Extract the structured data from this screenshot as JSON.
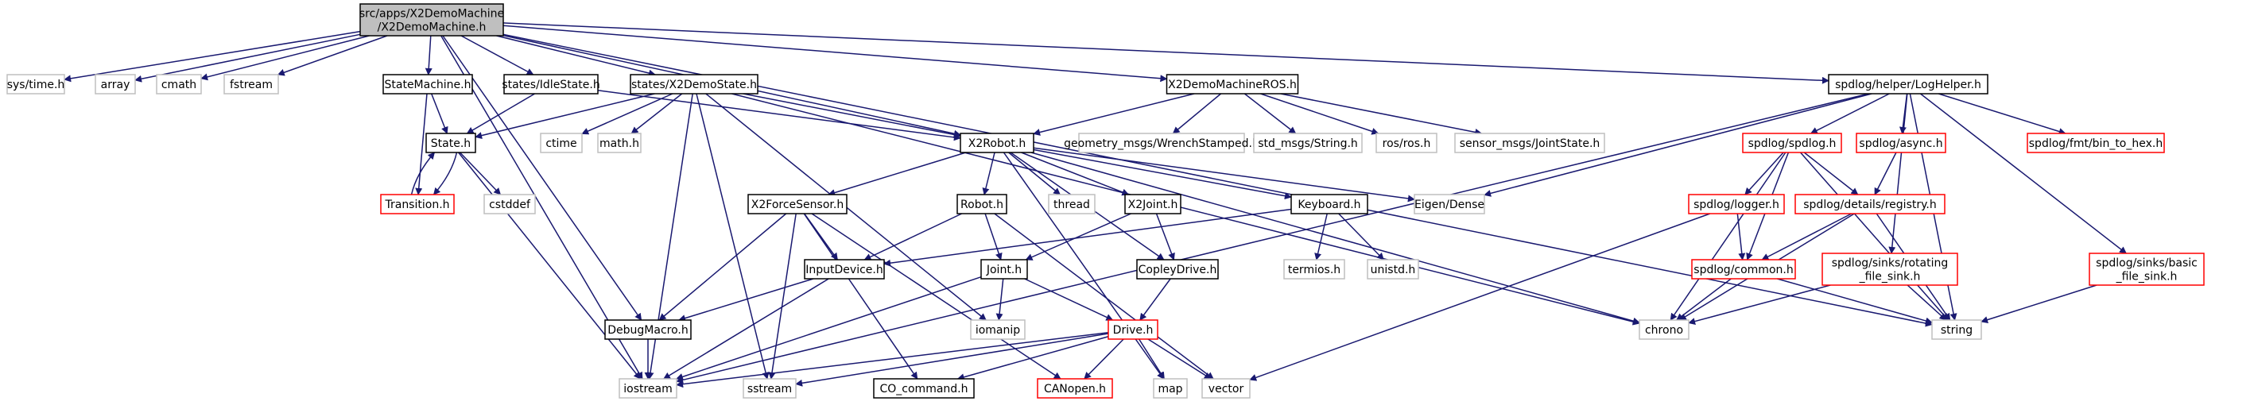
{
  "colors": {
    "edge": "#191970",
    "root_fill": "#bfbfbf",
    "box_black": "#000000",
    "box_gray": "#bfbfbf",
    "box_red": "#ff0000"
  },
  "nodes": {
    "root": {
      "lines": [
        "src/apps/X2DemoMachine",
        "/X2DemoMachine.h"
      ],
      "kind": "root"
    },
    "systime": {
      "lines": [
        "sys/time.h"
      ],
      "kind": "gray"
    },
    "array": {
      "lines": [
        "array"
      ],
      "kind": "gray"
    },
    "cmath": {
      "lines": [
        "cmath"
      ],
      "kind": "gray"
    },
    "fstream": {
      "lines": [
        "fstream"
      ],
      "kind": "gray"
    },
    "statemachine": {
      "lines": [
        "StateMachine.h"
      ],
      "kind": "black"
    },
    "idlestate": {
      "lines": [
        "states/IdleState.h"
      ],
      "kind": "black"
    },
    "x2demostate": {
      "lines": [
        "states/X2DemoState.h"
      ],
      "kind": "black"
    },
    "x2demomachineros": {
      "lines": [
        "X2DemoMachineROS.h"
      ],
      "kind": "black"
    },
    "loghelper": {
      "lines": [
        "spdlog/helper/LogHelper.h"
      ],
      "kind": "black"
    },
    "state": {
      "lines": [
        "State.h"
      ],
      "kind": "black"
    },
    "ctime": {
      "lines": [
        "ctime"
      ],
      "kind": "gray"
    },
    "mathh": {
      "lines": [
        "math.h"
      ],
      "kind": "gray"
    },
    "x2robot": {
      "lines": [
        "X2Robot.h"
      ],
      "kind": "black"
    },
    "geomsgs": {
      "lines": [
        "geometry_msgs/WrenchStamped.h"
      ],
      "kind": "gray"
    },
    "stdmsgs": {
      "lines": [
        "std_msgs/String.h"
      ],
      "kind": "gray"
    },
    "rosh": {
      "lines": [
        "ros/ros.h"
      ],
      "kind": "gray"
    },
    "sensormsgs": {
      "lines": [
        "sensor_msgs/JointState.h"
      ],
      "kind": "gray"
    },
    "spdlogh": {
      "lines": [
        "spdlog/spdlog.h"
      ],
      "kind": "red"
    },
    "asynch": {
      "lines": [
        "spdlog/async.h"
      ],
      "kind": "red"
    },
    "fmtbin": {
      "lines": [
        "spdlog/fmt/bin_to_hex.h"
      ],
      "kind": "red"
    },
    "transition": {
      "lines": [
        "Transition.h"
      ],
      "kind": "red"
    },
    "cstddef": {
      "lines": [
        "cstddef"
      ],
      "kind": "gray"
    },
    "forcesensor": {
      "lines": [
        "X2ForceSensor.h"
      ],
      "kind": "black"
    },
    "thread": {
      "lines": [
        "thread"
      ],
      "kind": "gray"
    },
    "robot": {
      "lines": [
        "Robot.h"
      ],
      "kind": "black"
    },
    "x2joint": {
      "lines": [
        "X2Joint.h"
      ],
      "kind": "black"
    },
    "keyboard": {
      "lines": [
        "Keyboard.h"
      ],
      "kind": "black"
    },
    "eigen": {
      "lines": [
        "Eigen/Dense"
      ],
      "kind": "gray"
    },
    "loggerh": {
      "lines": [
        "spdlog/logger.h"
      ],
      "kind": "red"
    },
    "registry": {
      "lines": [
        "spdlog/details/registry.h"
      ],
      "kind": "red"
    },
    "inputdevice": {
      "lines": [
        "InputDevice.h"
      ],
      "kind": "black"
    },
    "jointh": {
      "lines": [
        "Joint.h"
      ],
      "kind": "black"
    },
    "copley": {
      "lines": [
        "CopleyDrive.h"
      ],
      "kind": "black"
    },
    "termios": {
      "lines": [
        "termios.h"
      ],
      "kind": "gray"
    },
    "unistd": {
      "lines": [
        "unistd.h"
      ],
      "kind": "gray"
    },
    "commonh": {
      "lines": [
        "spdlog/common.h"
      ],
      "kind": "red"
    },
    "rotating": {
      "lines": [
        "spdlog/sinks/rotating",
        "_file_sink.h"
      ],
      "kind": "red"
    },
    "basicsink": {
      "lines": [
        "spdlog/sinks/basic",
        "_file_sink.h"
      ],
      "kind": "red"
    },
    "debugmacro": {
      "lines": [
        "DebugMacro.h"
      ],
      "kind": "black"
    },
    "iomanip": {
      "lines": [
        "iomanip"
      ],
      "kind": "gray"
    },
    "drive": {
      "lines": [
        "Drive.h"
      ],
      "kind": "red"
    },
    "chrono": {
      "lines": [
        "chrono"
      ],
      "kind": "gray"
    },
    "string": {
      "lines": [
        "string"
      ],
      "kind": "gray"
    },
    "iostream": {
      "lines": [
        "iostream"
      ],
      "kind": "gray"
    },
    "sstream": {
      "lines": [
        "sstream"
      ],
      "kind": "gray"
    },
    "cocommand": {
      "lines": [
        "CO_command.h"
      ],
      "kind": "black"
    },
    "canopen": {
      "lines": [
        "CANopen.h"
      ],
      "kind": "red"
    },
    "map": {
      "lines": [
        "map"
      ],
      "kind": "gray"
    },
    "vector": {
      "lines": [
        "vector"
      ],
      "kind": "gray"
    }
  },
  "edges": [
    [
      "root",
      "systime"
    ],
    [
      "root",
      "array"
    ],
    [
      "root",
      "cmath"
    ],
    [
      "root",
      "fstream"
    ],
    [
      "root",
      "statemachine"
    ],
    [
      "root",
      "idlestate"
    ],
    [
      "root",
      "x2demostate"
    ],
    [
      "root",
      "x2demomachineros"
    ],
    [
      "root",
      "loghelper"
    ],
    [
      "root",
      "x2robot"
    ],
    [
      "root",
      "debugmacro"
    ],
    [
      "root",
      "iostream"
    ],
    [
      "root",
      "string"
    ],
    [
      "statemachine",
      "state"
    ],
    [
      "statemachine",
      "transition"
    ],
    [
      "idlestate",
      "state"
    ],
    [
      "idlestate",
      "x2robot"
    ],
    [
      "x2demostate",
      "state"
    ],
    [
      "x2demostate",
      "x2robot"
    ],
    [
      "x2demostate",
      "ctime"
    ],
    [
      "x2demostate",
      "mathh"
    ],
    [
      "x2demostate",
      "iostream"
    ],
    [
      "x2demostate",
      "sstream"
    ],
    [
      "x2demostate",
      "iomanip"
    ],
    [
      "x2demostate",
      "chrono"
    ],
    [
      "x2demomachineros",
      "x2robot"
    ],
    [
      "x2demomachineros",
      "geomsgs"
    ],
    [
      "x2demomachineros",
      "stdmsgs"
    ],
    [
      "x2demomachineros",
      "rosh"
    ],
    [
      "x2demomachineros",
      "sensormsgs"
    ],
    [
      "loghelper",
      "spdlogh"
    ],
    [
      "loghelper",
      "asynch"
    ],
    [
      "loghelper",
      "fmtbin"
    ],
    [
      "loghelper",
      "rotating"
    ],
    [
      "loghelper",
      "basicsink"
    ],
    [
      "loghelper",
      "string"
    ],
    [
      "loghelper",
      "eigen"
    ],
    [
      "loghelper",
      "iostream"
    ],
    [
      "state",
      "transition"
    ],
    [
      "state",
      "iostream"
    ],
    [
      "state",
      "cstddef"
    ],
    [
      "transition",
      "state"
    ],
    [
      "x2robot",
      "forcesensor"
    ],
    [
      "x2robot",
      "thread"
    ],
    [
      "x2robot",
      "robot"
    ],
    [
      "x2robot",
      "x2joint"
    ],
    [
      "x2robot",
      "keyboard"
    ],
    [
      "x2robot",
      "eigen"
    ],
    [
      "x2robot",
      "copley"
    ],
    [
      "x2robot",
      "chrono"
    ],
    [
      "x2robot",
      "map"
    ],
    [
      "spdlogh",
      "loggerh"
    ],
    [
      "spdlogh",
      "registry"
    ],
    [
      "spdlogh",
      "commonh"
    ],
    [
      "spdlogh",
      "chrono"
    ],
    [
      "spdlogh",
      "string"
    ],
    [
      "asynch",
      "registry"
    ],
    [
      "registry",
      "commonh"
    ],
    [
      "registry",
      "chrono"
    ],
    [
      "registry",
      "string"
    ],
    [
      "loggerh",
      "commonh"
    ],
    [
      "loggerh",
      "vector"
    ],
    [
      "commonh",
      "chrono"
    ],
    [
      "commonh",
      "string"
    ],
    [
      "rotating",
      "chrono"
    ],
    [
      "rotating",
      "string"
    ],
    [
      "basicsink",
      "string"
    ],
    [
      "forcesensor",
      "inputdevice"
    ],
    [
      "forcesensor",
      "debugmacro"
    ],
    [
      "forcesensor",
      "sstream"
    ],
    [
      "forcesensor",
      "cocommand"
    ],
    [
      "forcesensor",
      "canopen"
    ],
    [
      "robot",
      "inputdevice"
    ],
    [
      "robot",
      "jointh"
    ],
    [
      "robot",
      "vector"
    ],
    [
      "x2joint",
      "jointh"
    ],
    [
      "x2joint",
      "copley"
    ],
    [
      "keyboard",
      "inputdevice"
    ],
    [
      "keyboard",
      "termios"
    ],
    [
      "keyboard",
      "unistd"
    ],
    [
      "inputdevice",
      "debugmacro"
    ],
    [
      "inputdevice",
      "iostream"
    ],
    [
      "jointh",
      "drive"
    ],
    [
      "jointh",
      "iostream"
    ],
    [
      "jointh",
      "iomanip"
    ],
    [
      "copley",
      "drive"
    ],
    [
      "debugmacro",
      "iostream"
    ],
    [
      "drive",
      "iostream"
    ],
    [
      "drive",
      "sstream"
    ],
    [
      "drive",
      "cocommand"
    ],
    [
      "drive",
      "canopen"
    ],
    [
      "drive",
      "map"
    ],
    [
      "drive",
      "vector"
    ]
  ]
}
